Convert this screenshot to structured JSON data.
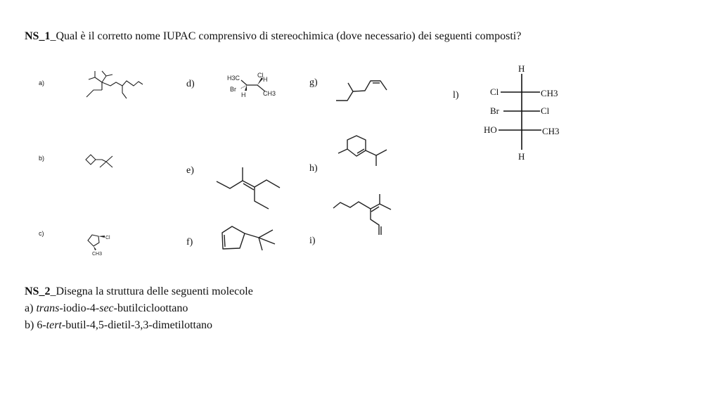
{
  "q1": {
    "code": "NS_1",
    "text": "_Qual è il corretto nome IUPAC comprensivo di stereochimica (dove necessario) dei seguenti composti?"
  },
  "labels": {
    "a": "a)",
    "b": "b)",
    "c": "c)",
    "d": "d)",
    "e": "e)",
    "f": "f)",
    "g": "g)",
    "h": "h)",
    "i": "i)",
    "l": "l)"
  },
  "atoms": {
    "c_cl": "Cl",
    "c_ch3": "CH3",
    "d_h3c": "H3C",
    "d_cl": "Cl",
    "d_h1": "H",
    "d_br": "Br",
    "d_h2": "H",
    "d_ch3": "CH3"
  },
  "fischer": {
    "top": "H",
    "bottom": "H",
    "r1_left": "Cl",
    "r1_right": "CH3",
    "r2_left": "Br",
    "r2_right": "Cl",
    "r3_left": "HO",
    "r3_right": "CH3"
  },
  "q2": {
    "code": "NS_2",
    "text": "_Disegna la struttura delle seguenti molecole",
    "a_prefix": "a) ",
    "a_italic": "trans",
    "a_mid": "-iodio-4-",
    "a_italic2": "sec",
    "a_rest": "-butilcicloottano",
    "b_prefix": "b) 6-",
    "b_italic": "tert",
    "b_rest": "-butil-4,5-dietil-3,3-dimetilottano"
  }
}
